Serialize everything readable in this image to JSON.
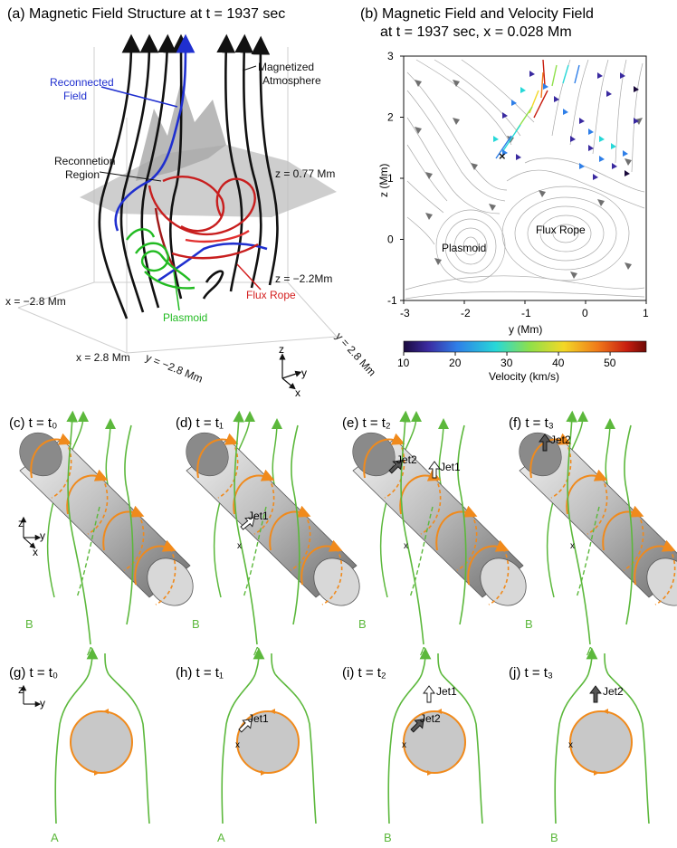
{
  "panel_a": {
    "title": "(a) Magnetic Field Structure at t = 1937 sec",
    "labels": {
      "reconnected": [
        "Reconnected",
        "Field"
      ],
      "atmosphere": [
        "Magnetized",
        "Atmosphere"
      ],
      "reconnection": [
        "Reconnetion",
        "Region"
      ],
      "z_top": "z = 0.77 Mm",
      "z_bot": "z = −2.2Mm",
      "flux_rope": "Flux Rope",
      "plasmoid": "Plasmoid",
      "x_left": "x = −2.8 Mm",
      "x_right": "x = 2.8 Mm",
      "y_left": "y = −2.8 Mm",
      "y_right": "y = 2.8 Mm",
      "axis_z": "z",
      "axis_y": "y",
      "axis_x": "x"
    },
    "colors": {
      "reconnected": "#1f2fcf",
      "flux_rope": "#d42020",
      "plasmoid": "#22bb22",
      "field": "#111111"
    }
  },
  "panel_b": {
    "title_line1": "(b) Magnetic Field and Velocity Field",
    "title_line2": "at t = 1937 sec, x = 0.028 Mm",
    "plasmoid": "Plasmoid",
    "flux_rope": "Flux Rope",
    "chart_data": {
      "type": "vector-field",
      "xlabel": "y (Mm)",
      "ylabel": "z (Mm)",
      "xlim": [
        -3,
        1
      ],
      "ylim": [
        -1,
        3
      ],
      "xticks": [
        "-3",
        "-2",
        "-1",
        "0",
        "1"
      ],
      "yticks": [
        "-1",
        "0",
        "1",
        "2",
        "3"
      ],
      "colorbar": {
        "label": "Velocity (km/s)",
        "ticks": [
          "10",
          "20",
          "30",
          "40",
          "50"
        ],
        "range": [
          10,
          57
        ]
      }
    }
  },
  "schematics": {
    "top_row": [
      {
        "title": "(c) t = t₀",
        "bottom_left": "B",
        "bottom_right": "A",
        "jets": []
      },
      {
        "title": "(d) t = t₁",
        "bottom_left": "B",
        "bottom_right": "A",
        "jets": [
          "Jet1"
        ]
      },
      {
        "title": "(e) t = t₂",
        "bottom_left": "B",
        "bottom_right": "A",
        "jets": [
          "Jet2",
          "Jet1"
        ]
      },
      {
        "title": "(f) t = t₃",
        "bottom_left": "B",
        "bottom_right": "A",
        "jets": [
          "Jet2"
        ]
      }
    ],
    "bottom_row": [
      {
        "title": "(g) t = t₀",
        "bottom_label": "A",
        "top_label": "A",
        "jets": []
      },
      {
        "title": "(h) t = t₁",
        "bottom_label": "A",
        "top_label": "A",
        "jets": [
          "Jet1"
        ]
      },
      {
        "title": "(i) t = t₂",
        "bottom_label": "B",
        "top_label": "A",
        "jets": [
          "Jet1",
          "Jet2"
        ]
      },
      {
        "title": "(j) t = t₃",
        "bottom_label": "B",
        "top_label": "A",
        "jets": [
          "Jet2"
        ]
      }
    ],
    "axes_top": {
      "z": "z",
      "y": "y",
      "x": "x"
    },
    "axes_bottom": {
      "z": "z",
      "y": "y"
    },
    "x_mark": "x",
    "colors": {
      "field": "#5cb83c",
      "rope_loop": "#f08a1c",
      "cylinder": "#c8c8c8"
    }
  }
}
